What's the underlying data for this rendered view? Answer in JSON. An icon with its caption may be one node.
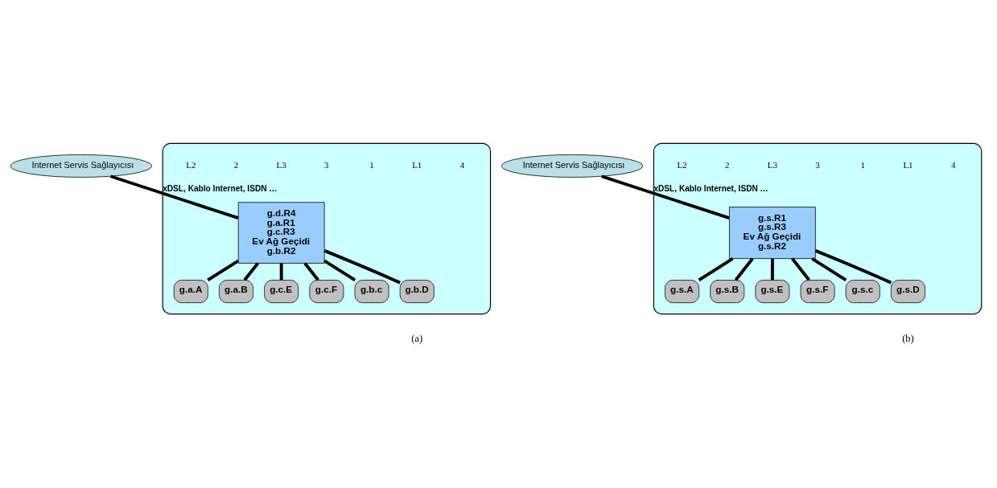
{
  "diagram": {
    "nodes": [
      {
        "text": [
          "Internet Servis Sağlayıcısı"
        ]
      },
      {
        "text": [],
        "shape": "cloud"
      },
      {
        "text": [
          "g.d.R4",
          "g.a.R1",
          "g.c.R3",
          "Ev Ağ Geçidi",
          "g.b.R2"
        ],
        "in": 1
      },
      {
        "text": [
          "g.a.A"
        ],
        "in": 1
      },
      {
        "text": [
          "g.a.B"
        ],
        "in": 1
      },
      {
        "text": [
          "g.c.E"
        ],
        "in": 1
      },
      {
        "text": [
          "g.c.F"
        ],
        "in": 1
      },
      {
        "text": [
          "g.b.c"
        ],
        "in": 1
      },
      {
        "text": [
          "g.b.D"
        ],
        "in": 1
      },
      {
        "text": [
          "Internet Servis Sağlayıcısı"
        ]
      },
      {
        "text": [],
        "shape": "cloud"
      },
      {
        "text": [
          "g.s.R1",
          "g.s.R3",
          "Ev Ağ Geçidi",
          "g.s.R2"
        ],
        "in": 10
      },
      {
        "text": [
          "g.s.A"
        ],
        "in": 10
      },
      {
        "text": [
          "g.s.B"
        ],
        "in": 10
      },
      {
        "text": [
          "g.s.E"
        ],
        "in": 10
      },
      {
        "text": [
          "g.s.F"
        ],
        "in": 10
      },
      {
        "text": [
          "g.s.c"
        ],
        "in": 10
      },
      {
        "text": [
          "g.s.D"
        ],
        "in": 10
      }
    ],
    "edges": [
      {
        "from": 0,
        "to": 2,
        "arrow": "none",
        "label": "xDSL, Kablo Internet, ISDN …"
      },
      {
        "from": 2,
        "to": 3,
        "arrow": "none"
      },
      {
        "from": 2,
        "to": 4,
        "arrow": "none"
      },
      {
        "from": 2,
        "to": 5,
        "arrow": "none"
      },
      {
        "from": 2,
        "to": 6,
        "arrow": "none"
      },
      {
        "from": 2,
        "to": 7,
        "arrow": "none"
      },
      {
        "from": 2,
        "to": 8,
        "arrow": "none"
      },
      {
        "from": 9,
        "to": 11,
        "arrow": "none",
        "label": "xDSL, Kablo Internet, ISDN …"
      },
      {
        "from": 11,
        "to": 12,
        "arrow": "none"
      },
      {
        "from": 11,
        "to": 13,
        "arrow": "none"
      },
      {
        "from": 11,
        "to": 14,
        "arrow": "none"
      },
      {
        "from": 11,
        "to": 15,
        "arrow": "none"
      },
      {
        "from": 11,
        "to": 16,
        "arrow": "none"
      },
      {
        "from": 11,
        "to": 17,
        "arrow": "none"
      }
    ],
    "labels": [
      "4",
      "L1",
      "1",
      "3",
      "L3",
      "2",
      "L2",
      "4",
      "L1",
      "1",
      "3",
      "L3",
      "2",
      "L2",
      "(a)",
      "(b)"
    ]
  }
}
